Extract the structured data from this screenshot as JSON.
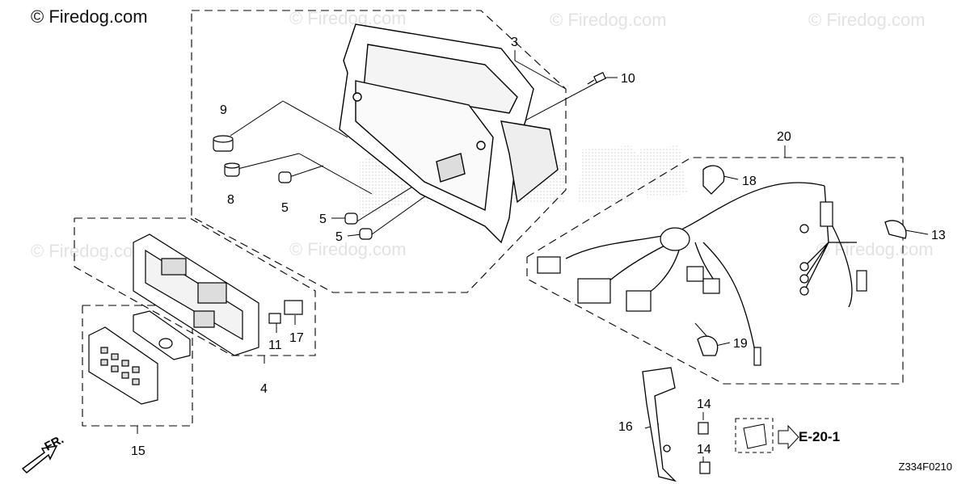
{
  "watermarks": {
    "main": "© Firedog.com",
    "faint": [
      "© Firedog.com",
      "© Firedog.com",
      "© Firedog.com",
      "© Firedog.com",
      "© Firedog.com",
      "© Firedog.com"
    ]
  },
  "diagram_code": "Z334F0210",
  "ref_label": "E-20-1",
  "front_label": "FR.",
  "callouts": {
    "c3": "3",
    "c10": "10",
    "c9": "9",
    "c8": "8",
    "c5a": "5",
    "c5b": "5",
    "c5c": "5",
    "c20": "20",
    "c18": "18",
    "c13": "13",
    "c19": "19",
    "c11": "11",
    "c17": "17",
    "c4": "4",
    "c15": "15",
    "c14a": "14",
    "c14b": "14",
    "c16": "16"
  }
}
